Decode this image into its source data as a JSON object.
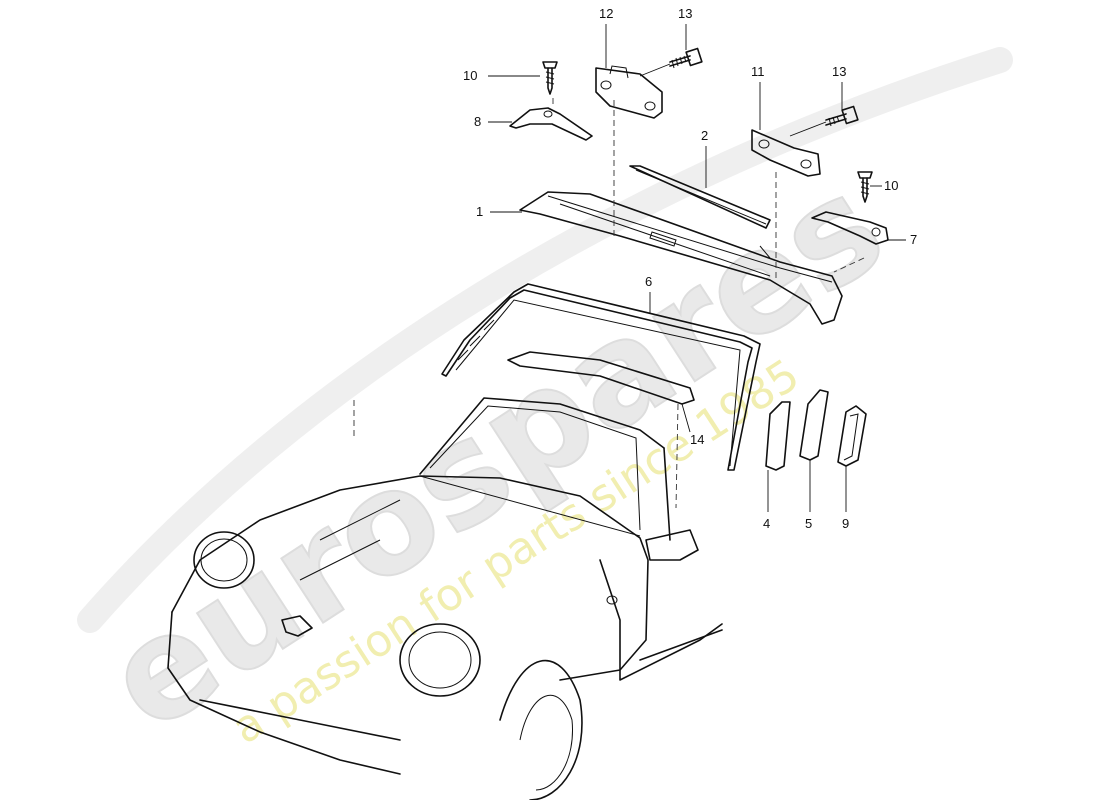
{
  "watermark": {
    "brand": "eurospares",
    "tagline": "a passion for parts since 1985",
    "colors": {
      "brand": "#e8e8e8",
      "tagline": "#f3f0b0"
    }
  },
  "callouts": [
    "1",
    "2",
    "4",
    "5",
    "6",
    "7",
    "8",
    "9",
    "10",
    "10",
    "11",
    "12",
    "13",
    "13",
    "14"
  ]
}
